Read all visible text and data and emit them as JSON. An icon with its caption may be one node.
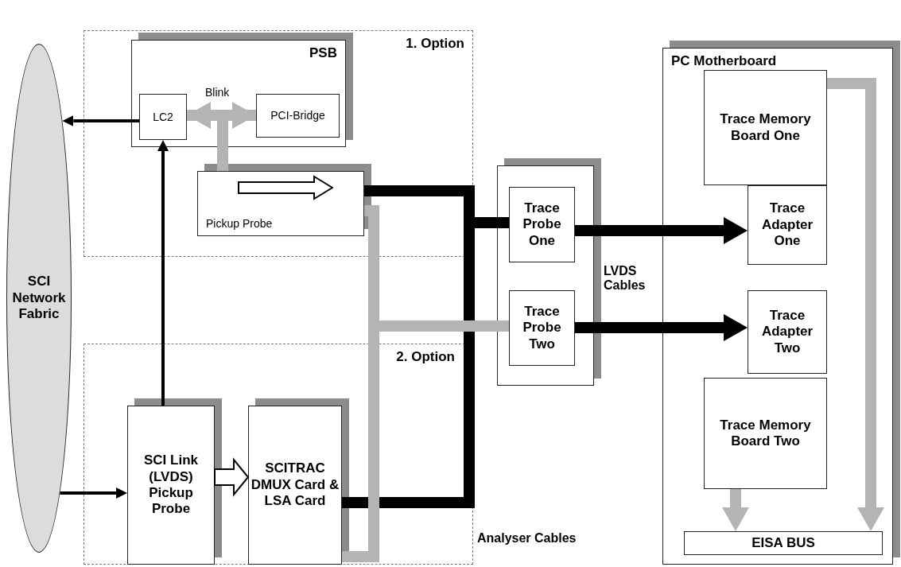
{
  "diagram": {
    "nodes": [
      {
        "text": [
          "SCI Network Fabric"
        ]
      },
      {
        "text": [
          "1. Option"
        ]
      },
      {
        "text": [
          "PSB"
        ],
        "in": 1
      },
      {
        "text": [
          "LC2"
        ],
        "in": 2
      },
      {
        "text": [
          "PCI-Bridge"
        ],
        "in": 2
      },
      {
        "text": [
          "Pickup Probe"
        ],
        "in": 1
      },
      {
        "text": [
          "2. Option"
        ]
      },
      {
        "text": [
          "SCI Link (LVDS) Pickup Probe"
        ],
        "in": 6
      },
      {
        "text": [
          "SCITRAC DMUX Card & LSA Card"
        ],
        "in": 6
      },
      {
        "text": [],
        "shape": "box"
      },
      {
        "text": [
          "Trace Probe One"
        ],
        "in": 9
      },
      {
        "text": [
          "Trace Probe Two"
        ],
        "in": 9
      },
      {
        "text": [
          "PC Motherboard"
        ]
      },
      {
        "text": [
          "Trace Memory Board One"
        ],
        "in": 12
      },
      {
        "text": [
          "Trace Adapter One"
        ],
        "in": 12
      },
      {
        "text": [
          "Trace Adapter Two"
        ],
        "in": 12
      },
      {
        "text": [
          "Trace Memory Board Two"
        ],
        "in": 12
      },
      {
        "text": [
          "EISA BUS"
        ],
        "in": 12
      }
    ],
    "edges": [
      {
        "from": 3,
        "to": 0,
        "arrow": "to"
      },
      {
        "from": 7,
        "to": 3,
        "arrow": "to"
      },
      {
        "from": 0,
        "to": 7,
        "arrow": "to"
      },
      {
        "from": 3,
        "to": 4,
        "arrow": "both",
        "label": "Blink",
        "color": "#b4b4b4"
      },
      {
        "from": 5,
        "to": 3,
        "arrow": "none",
        "color": "#b4b4b4"
      },
      {
        "from": 5,
        "to": 4,
        "arrow": "none",
        "color": "#b4b4b4"
      },
      {
        "from": 7,
        "to": 8,
        "arrow": "to",
        "color": "#ffffff"
      },
      {
        "from": 5,
        "to": 10,
        "arrow": "none"
      },
      {
        "from": 8,
        "to": 10,
        "arrow": "none"
      },
      {
        "from": 5,
        "to": 11,
        "arrow": "none",
        "color": "#b4b4b4"
      },
      {
        "from": 8,
        "to": 11,
        "arrow": "none",
        "color": "#b4b4b4"
      },
      {
        "from": 10,
        "to": 14,
        "arrow": "to"
      },
      {
        "from": 11,
        "to": 15,
        "arrow": "to"
      },
      {
        "from": 13,
        "to": 17,
        "arrow": "to",
        "color": "#b4b4b4"
      },
      {
        "from": 16,
        "to": 17,
        "arrow": "to",
        "color": "#b4b4b4"
      }
    ],
    "labels": [
      "LVDS Cables",
      "Analyser Cables"
    ]
  }
}
